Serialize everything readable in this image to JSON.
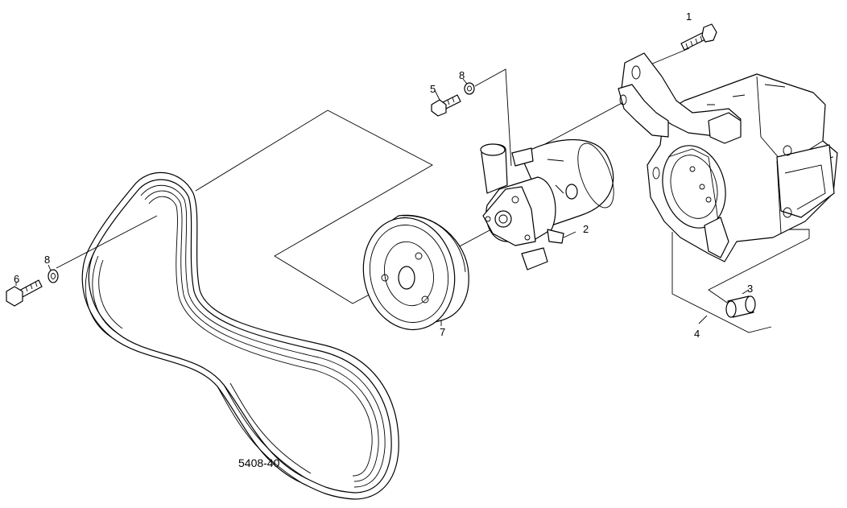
{
  "diagram": {
    "reference_code": "5408-40",
    "callouts": {
      "c1": "1",
      "c2": "2",
      "c3": "3",
      "c4": "4",
      "c5": "5",
      "c6": "6",
      "c7": "7",
      "c8_upper": "8",
      "c8_left": "8"
    },
    "parts": [
      "bolt",
      "pump",
      "bushing",
      "bracket",
      "bolt",
      "bolt",
      "pulley",
      "washer",
      "belt"
    ]
  }
}
